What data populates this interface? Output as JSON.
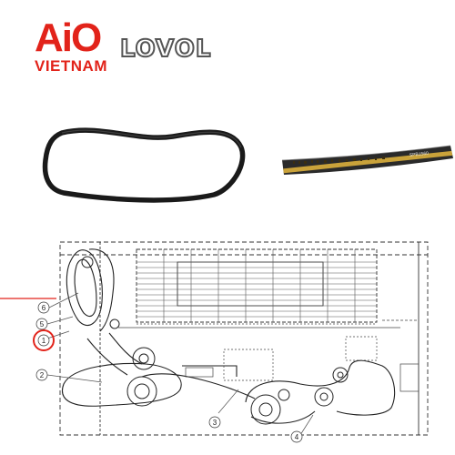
{
  "brand": {
    "logo_text": "AiO",
    "logo_subtext": "VIETNAM",
    "partner_logo": "LOVOL"
  },
  "product": {
    "belt_print_text": "SPB1560"
  },
  "diagram": {
    "callouts": [
      "6",
      "5",
      "1",
      "2",
      "3",
      "4"
    ],
    "highlighted_callout": "1",
    "highlight_color": "#e2231a"
  }
}
